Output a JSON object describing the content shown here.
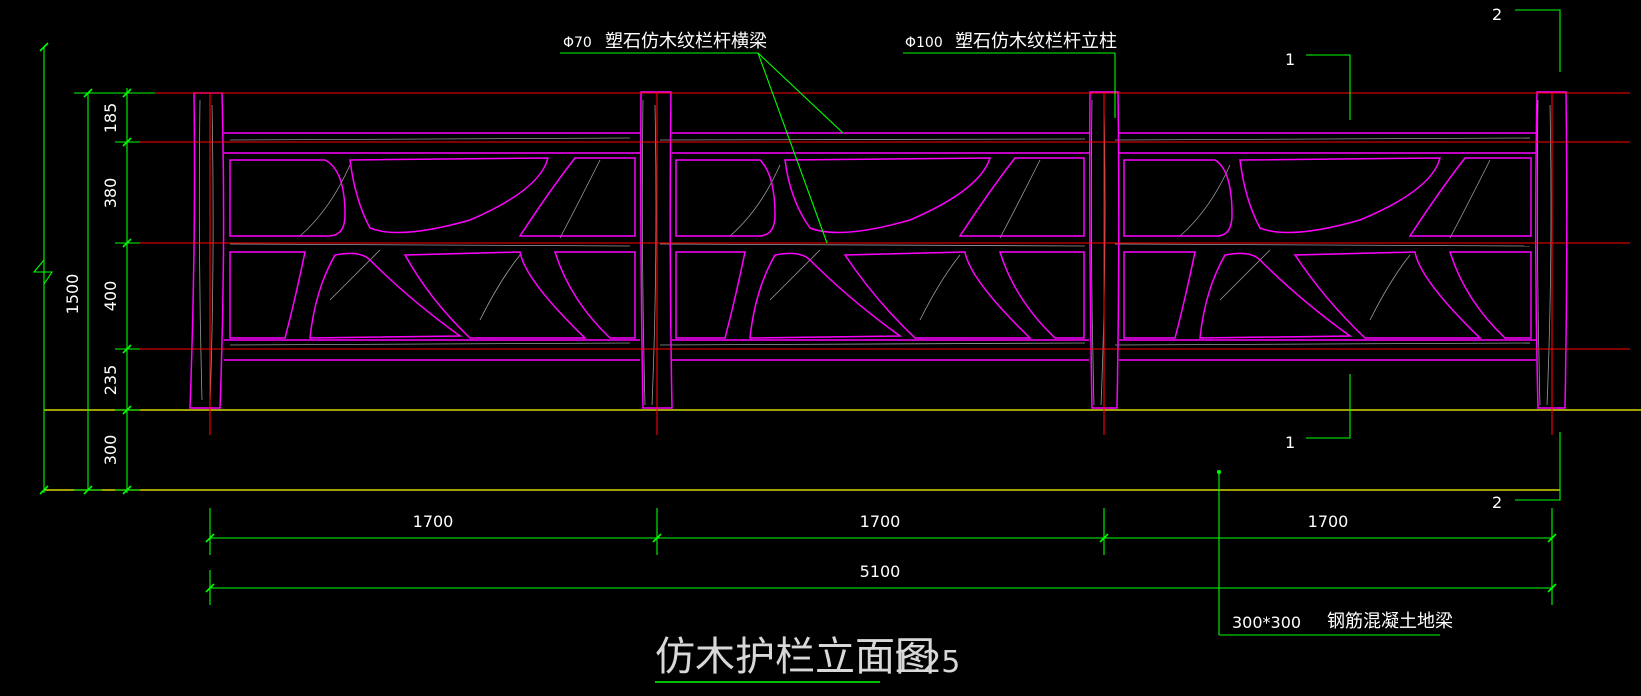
{
  "title": {
    "main": "仿木护栏立面图",
    "scale": "1:25"
  },
  "labels": {
    "beam": {
      "dia": "Φ70",
      "text": "塑石仿木纹栏杆横梁"
    },
    "post": {
      "dia": "Φ100",
      "text": "塑石仿木纹栏杆立柱"
    },
    "ground_beam": {
      "size": "300*300",
      "text": "钢筋混凝土地梁"
    }
  },
  "section_marks": {
    "s1_top": "1",
    "s1_bottom": "1",
    "s2_top": "2",
    "s2_bottom": "2"
  },
  "dimensions": {
    "vertical_total": "1500",
    "vertical_segments": [
      "185",
      "380",
      "400",
      "235",
      "300"
    ],
    "horizontal_segments": [
      "1700",
      "1700",
      "1700"
    ],
    "horizontal_total": "5100"
  },
  "colors": {
    "background": "#000000",
    "dimension": "#00ff00",
    "railing_outline": "#ff00ff",
    "centerline": "#ff0000",
    "ground": "#ffff00",
    "text": "#ffffff",
    "wood_texture": "#9a9a9a"
  }
}
